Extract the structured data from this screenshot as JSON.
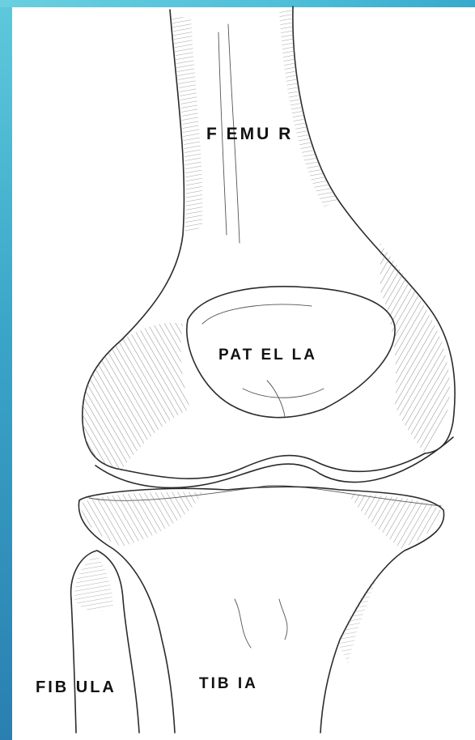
{
  "labels": {
    "femur": "F EMU R",
    "patella": "PAT EL LA",
    "fibula": "FIB ULA",
    "tibia": "TIB IA"
  },
  "colors": {
    "accent_band": "#3aa5c8",
    "ink": "#2b2b2b",
    "paper": "#ffffff"
  }
}
